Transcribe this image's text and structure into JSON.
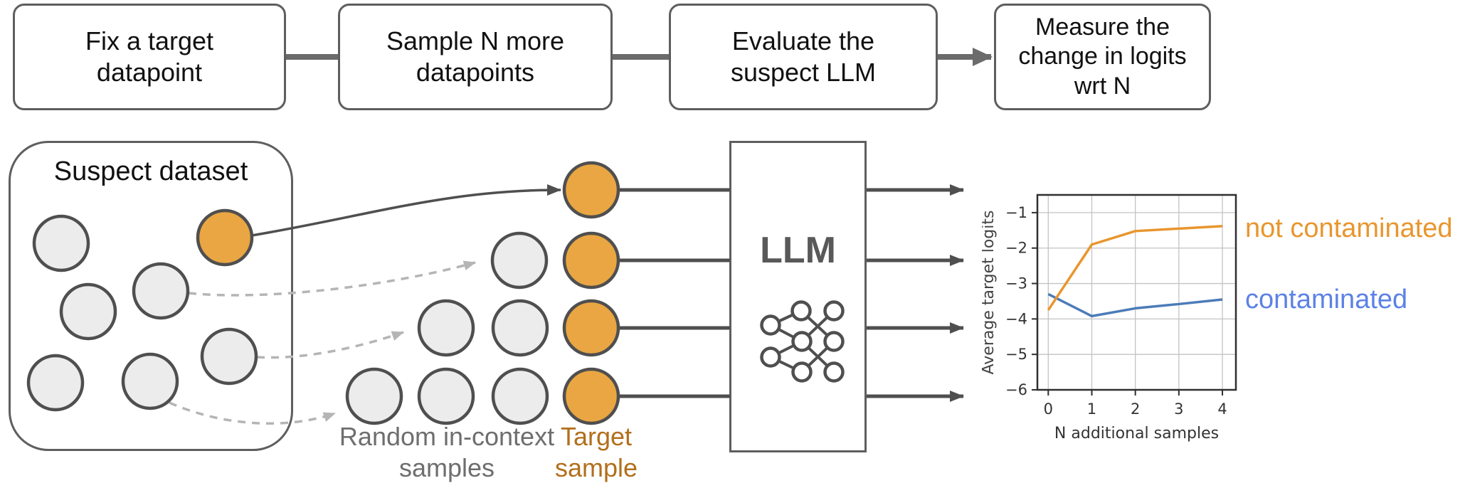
{
  "flow": {
    "steps": [
      {
        "label": "Fix a target\ndatapoint"
      },
      {
        "label": "Sample N more\ndatapoints"
      },
      {
        "label": "Evaluate the\nsuspect LLM"
      },
      {
        "label": "Measure the\nchange in logits\nwrt N"
      }
    ]
  },
  "dataset": {
    "title": "Suspect dataset"
  },
  "labels": {
    "random_samples": "Random in-context\nsamples",
    "target_sample": "Target\nsample",
    "llm": "LLM"
  },
  "legend": {
    "not_contaminated": {
      "label": "not contaminated",
      "color": "#e8962e"
    },
    "contaminated": {
      "label": "contaminated",
      "color": "#5d82e6"
    }
  },
  "colors": {
    "orange_point_fill": "#e9a642",
    "gray_point_fill": "#ececec",
    "point_stroke": "#4f4f4f",
    "arrow_dark": "#4f4f4f",
    "arrow_flow": "#6b6b6b",
    "arrow_dashed": "#b5b5b5",
    "target_label_text": "#b26f1b",
    "random_label_text": "#6e6e6e"
  },
  "chart_data": {
    "type": "line",
    "x": [
      0,
      1,
      2,
      3,
      4
    ],
    "series": [
      {
        "name": "contaminated",
        "color": "#4b7cb8",
        "values": [
          -3.3,
          -3.92,
          -3.7,
          -3.58,
          -3.45
        ]
      },
      {
        "name": "not contaminated",
        "color": "#e8962e",
        "values": [
          -3.75,
          -1.9,
          -1.52,
          -1.45,
          -1.38
        ]
      }
    ],
    "title": "",
    "xlabel": "N additional samples",
    "ylabel": "Average target logits",
    "xticks": [
      0,
      1,
      2,
      3,
      4
    ],
    "yticks": [
      -1,
      -2,
      -3,
      -4,
      -5,
      -6
    ],
    "xlim": [
      -0.25,
      4.31
    ],
    "ylim": [
      -6.0,
      -0.5
    ],
    "grid": true,
    "legend_position": "right-of-plot"
  }
}
